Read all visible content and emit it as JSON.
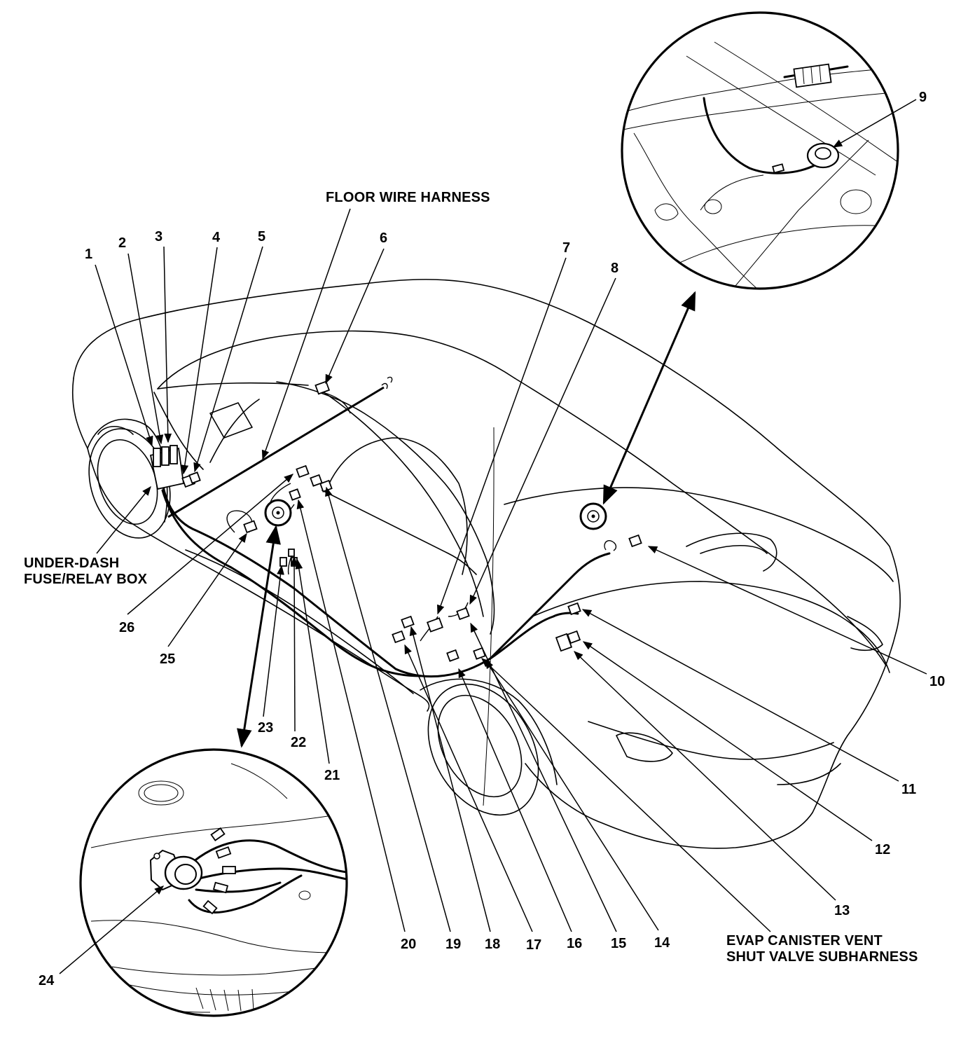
{
  "labels": {
    "n1": "1",
    "n2": "2",
    "n3": "3",
    "n4": "4",
    "n5": "5",
    "n6": "6",
    "n7": "7",
    "n8": "8",
    "n9": "9",
    "n10": "10",
    "n11": "11",
    "n12": "12",
    "n13": "13",
    "n14": "14",
    "n15": "15",
    "n16": "16",
    "n17": "17",
    "n18": "18",
    "n19": "19",
    "n20": "20",
    "n21": "21",
    "n22": "22",
    "n23": "23",
    "n24": "24",
    "n25": "25",
    "n26": "26"
  },
  "captions": {
    "floor_harness": "FLOOR WIRE HARNESS",
    "underdash_line1": "UNDER-DASH",
    "underdash_line2": "FUSE/RELAY BOX",
    "evap_line1": "EVAP CANISTER VENT",
    "evap_line2": "SHUT VALVE SUBHARNESS"
  }
}
